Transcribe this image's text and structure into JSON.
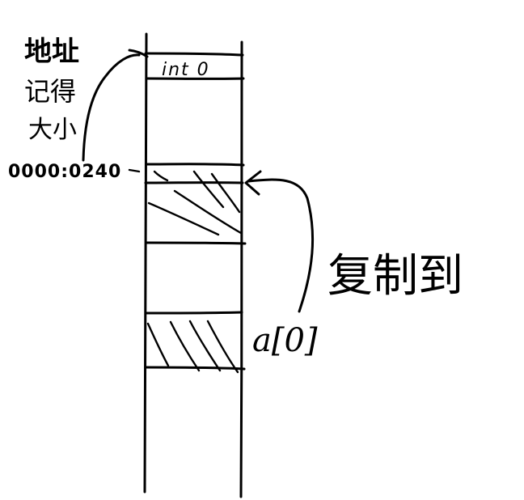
{
  "memory_cells": {
    "top_cell": "int 0"
  },
  "address_label": {
    "line1": "地址",
    "line2": "记得",
    "line3": "大小",
    "value": "0000:0240"
  },
  "copy_label": {
    "text": "复制到",
    "target": "a[0]"
  },
  "colors": {
    "ink": "#000000",
    "background": "#ffffff"
  }
}
